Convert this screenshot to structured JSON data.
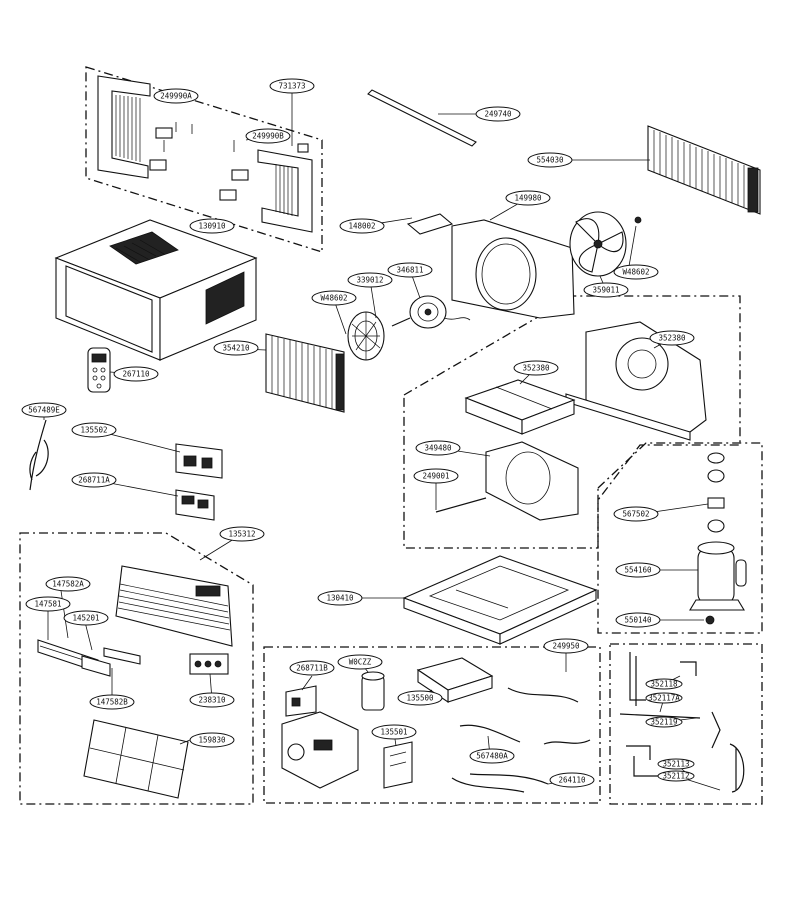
{
  "labels": [
    {
      "id": "l1",
      "text": "731373"
    },
    {
      "id": "l2",
      "text": "249990A"
    },
    {
      "id": "l3",
      "text": "249990B"
    },
    {
      "id": "l4",
      "text": "249740"
    },
    {
      "id": "l5",
      "text": "554030"
    },
    {
      "id": "l6",
      "text": "130910"
    },
    {
      "id": "l7",
      "text": "148002"
    },
    {
      "id": "l8",
      "text": "149980"
    },
    {
      "id": "l9",
      "text": "W48602"
    },
    {
      "id": "l10",
      "text": "339012"
    },
    {
      "id": "l11",
      "text": "346811"
    },
    {
      "id": "l12",
      "text": "359011"
    },
    {
      "id": "l13",
      "text": "W48602"
    },
    {
      "id": "l14",
      "text": "354210"
    },
    {
      "id": "l15",
      "text": "267110"
    },
    {
      "id": "l16",
      "text": "352380"
    },
    {
      "id": "l17",
      "text": "352380"
    },
    {
      "id": "l18",
      "text": "567489E"
    },
    {
      "id": "l19",
      "text": "135502"
    },
    {
      "id": "l20",
      "text": "349480"
    },
    {
      "id": "l21",
      "text": "249001"
    },
    {
      "id": "l22",
      "text": "268711A"
    },
    {
      "id": "l23",
      "text": "567502"
    },
    {
      "id": "l24",
      "text": "135312"
    },
    {
      "id": "l25",
      "text": "554160"
    },
    {
      "id": "l26",
      "text": "147582A"
    },
    {
      "id": "l27",
      "text": "147581"
    },
    {
      "id": "l28",
      "text": "145201"
    },
    {
      "id": "l29",
      "text": "130410"
    },
    {
      "id": "l30",
      "text": "550140"
    },
    {
      "id": "l31",
      "text": "249950"
    },
    {
      "id": "l32",
      "text": "147582B"
    },
    {
      "id": "l33",
      "text": "238310"
    },
    {
      "id": "l34",
      "text": "268711B"
    },
    {
      "id": "l35",
      "text": "W0CZZ"
    },
    {
      "id": "l36",
      "text": "135500"
    },
    {
      "id": "l37",
      "text": "352118"
    },
    {
      "id": "l38",
      "text": "352117A"
    },
    {
      "id": "l39",
      "text": "352119"
    },
    {
      "id": "l40",
      "text": "159830"
    },
    {
      "id": "l41",
      "text": "135501"
    },
    {
      "id": "l42",
      "text": "567480A"
    },
    {
      "id": "l43",
      "text": "352113"
    },
    {
      "id": "l44",
      "text": "264110"
    },
    {
      "id": "l45",
      "text": "352112"
    }
  ]
}
